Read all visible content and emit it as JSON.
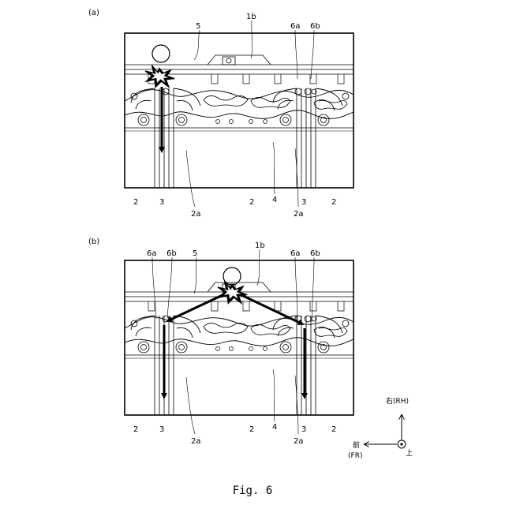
{
  "panels": [
    {
      "id": "a",
      "panel_label": "(a)",
      "labels": {
        "l5": "5",
        "l1b": "1b",
        "l6a": "6a",
        "l6b": "6b",
        "b2_left": "2",
        "b3_left": "3",
        "b2a_left": "2a",
        "b2_mid": "2",
        "b4": "4",
        "b2a_right": "2a",
        "b3_right": "3",
        "b2_right": "2"
      }
    },
    {
      "id": "b",
      "panel_label": "(b)",
      "labels": {
        "l6a_left": "6a",
        "l6b_left": "6b",
        "l5": "5",
        "l1b": "1b",
        "l6a_right": "6a",
        "l6b_right": "6b",
        "b2_left": "2",
        "b3_left": "3",
        "b2a_left": "2a",
        "b2_mid": "2",
        "b4": "4",
        "b2a_right": "2a",
        "b3_right": "3",
        "b2_right": "2"
      }
    }
  ],
  "orientation": {
    "right": "右(RH)",
    "front": "前",
    "front_sub": "(FR)",
    "up": "上"
  },
  "caption": "Fig. 6"
}
